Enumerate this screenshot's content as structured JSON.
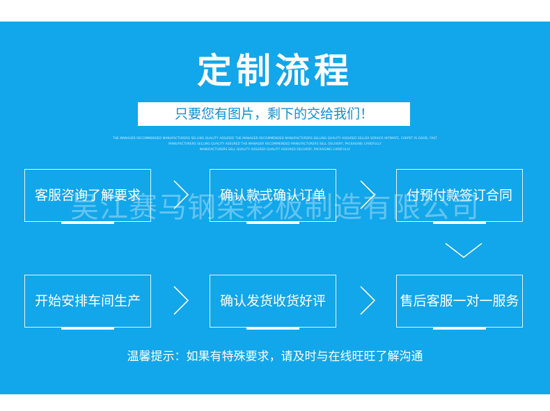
{
  "title": "定制流程",
  "subtitle": "只要您有图片，剩下的交给我们！",
  "fine_print": [
    "THE MANAGER RECOMMENDED MANUFACTURERS SELLING QUALITY ASSURED THE MANAGER RECOMMENDED MANUFACTURERS SELLING QUALITY ASSURED SELLER SERVICE INTIMATE, CARPET IS GOOD, FAST",
    "MANUFACTURERS SELLING QUALITY ASSURED THE MANAGER RECOMMENDED MANUFACTURERS SELL DELIVERY, PACKAGING CAREFULLY",
    "MANUFACTURERS SELL QUALITY ASSURED QUALITY ASSURED DELIVERY, PACKAGING CAREFULLY"
  ],
  "steps": [
    {
      "label": "客服咨询了解要求"
    },
    {
      "label": "确认款式确认订单"
    },
    {
      "label": "付预付款签订合同"
    },
    {
      "label": "开始安排车间生产"
    },
    {
      "label": "确认发货收货好评"
    },
    {
      "label": "售后客服一对一服务"
    }
  ],
  "watermark": "吴江赛马钢架彩板制造有限公司",
  "note": "温馨提示：如果有特殊要求，请及时与在线旺旺了解沟通",
  "colors": {
    "background": "#12a6ea",
    "text": "#ffffff",
    "subtitle_text": "#0f8fd2"
  },
  "icons": [
    "chevron-right-icon",
    "chevron-down-icon"
  ]
}
